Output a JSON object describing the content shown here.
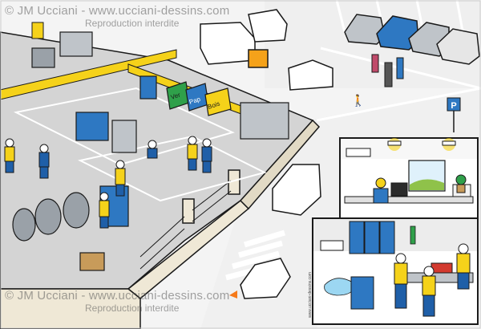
{
  "watermark": {
    "top_line1": "© JM Ucciani - www.ucciani-dessins.com",
    "top_line2": "Reproduction interdite",
    "bottom_line1": "© JM Ucciani - www.ucciani-dessins.com",
    "bottom_line2": "Reproduction interdite"
  },
  "bins": {
    "bin1": "Ver",
    "bin2": "Pap",
    "bin3": "Bois"
  },
  "parking_sign": "P",
  "inset_credit": "www.ucciani-dessins.com",
  "colors": {
    "floor": "#d9d9d9",
    "wall": "#efe8d6",
    "road": "#f2f2f2",
    "safety_yellow": "#f5d21a",
    "worker_blue": "#1f5fa8",
    "machine_blue": "#2e78c2",
    "outline": "#1a1a1a",
    "grass": "#8fc24a",
    "sky": "#dff1fb"
  }
}
